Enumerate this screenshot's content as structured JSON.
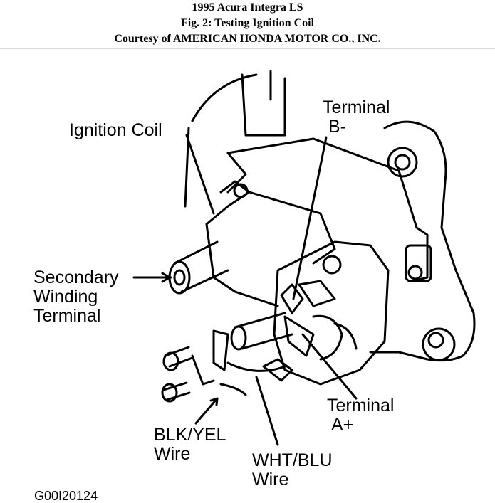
{
  "header": {
    "title": "1995 Acura Integra LS",
    "figure": "Fig. 2: Testing Ignition Coil",
    "courtesy": "Courtesy of AMERICAN HONDA MOTOR CO., INC."
  },
  "labels": {
    "terminal_b_line1": "Terminal",
    "terminal_b_line2": "B-",
    "ignition_coil": "Ignition Coil",
    "secondary_line1": "Secondary",
    "secondary_line2": "Winding",
    "secondary_line3": "Terminal",
    "terminal_a_line1": "Terminal",
    "terminal_a_line2": "A+",
    "blk_yel_line1": "BLK/YEL",
    "blk_yel_line2": "Wire",
    "wht_blu_line1": "WHT/BLU",
    "wht_blu_line2": "Wire",
    "figure_code": "G00I20124"
  }
}
